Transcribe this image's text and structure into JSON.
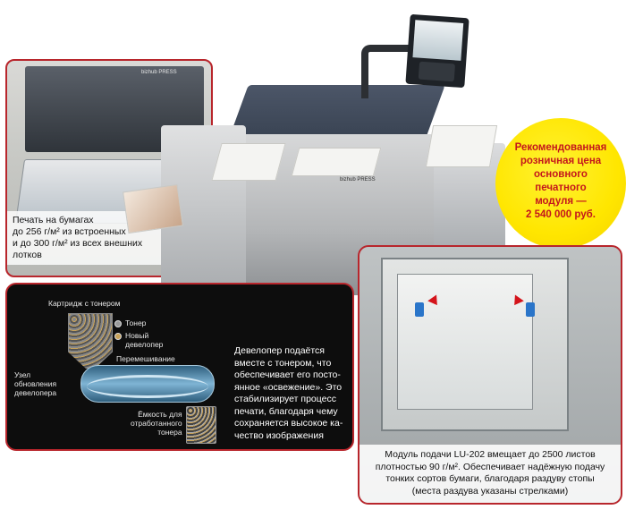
{
  "panel_paper": {
    "caption_line1": "Печать на бумагах",
    "caption_line2": "до 256 г/м² из встроенных",
    "caption_line3": "и до 300 г/м² из всех внешних",
    "caption_line4": "лотков",
    "brand_text": "bizhub PRESS"
  },
  "price": {
    "line1": "Рекомендованная",
    "line2": "розничная цена",
    "line3": "основного",
    "line4": "печатного",
    "line5": "модуля —",
    "line6": "2 540 000 руб."
  },
  "developer_panel": {
    "cartridge_label": "Картридж с тонером",
    "toner_label": "Тонер",
    "new_developer_label_1": "Новый",
    "new_developer_label_2": "девелопер",
    "mixing_label": "Перемешивание",
    "unit_label_1": "Узел",
    "unit_label_2": "обновления",
    "unit_label_3": "девелопера",
    "waste_label_1": "Ёмкость для",
    "waste_label_2": "отработанного",
    "waste_label_3": "тонера",
    "text_lines": [
      "Девелопер подаётся",
      "вместе с тонером, что",
      "обеспечивает его посто-",
      "янное «освежение». Это",
      "стабилизирует процесс",
      "печати, благодаря чему",
      "сохраняется высокое ка-",
      "чество изображения"
    ]
  },
  "feed_panel": {
    "caption_line1": "Модуль подачи LU-202 вмещает до 2500 листов",
    "caption_line2": "плотностью 90 г/м². Обеспечивает надёжную подачу",
    "caption_line3": "тонких сортов бумаги, благодаря раздуву стопы",
    "caption_line4": "(места раздува указаны стрелками)"
  },
  "colors": {
    "accent_red": "#b8262c",
    "price_yellow": "#ffe600",
    "price_text": "#c4161c"
  }
}
